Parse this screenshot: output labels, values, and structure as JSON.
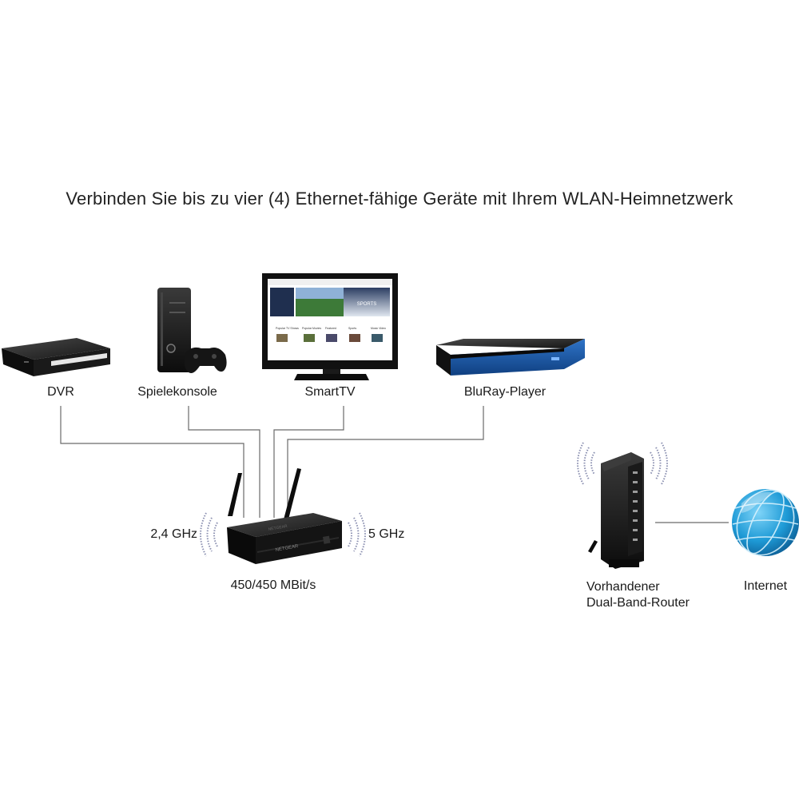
{
  "title": "Verbinden Sie bis zu vier (4) Ethernet-fähige Geräte mit Ihrem WLAN-Heimnetzwerk",
  "devices": {
    "dvr": "DVR",
    "console": "Spielekonsole",
    "smarttv": "SmartTV",
    "bluray": "BluRay-Player"
  },
  "bridge": {
    "band_24": "2,4 GHz",
    "band_5": "5 GHz",
    "speed": "450/450 MBit/s",
    "brand_mark": "NETGEAR"
  },
  "router": {
    "label_line1": "Vorhandener",
    "label_line2": "Dual-Band-Router"
  },
  "internet": {
    "label": "Internet"
  },
  "tv_screen": {
    "headline": "SPORTS",
    "row_labels": [
      "Popular TV Shows",
      "Popular Movies",
      "Featured",
      "Sports",
      "Music Video"
    ]
  },
  "colors": {
    "line": "#6a6a6a",
    "device": "#111111",
    "bluray_accent": "#1b5aa8",
    "globe": "#1e9ad6",
    "signal": "#8a8fb0"
  }
}
